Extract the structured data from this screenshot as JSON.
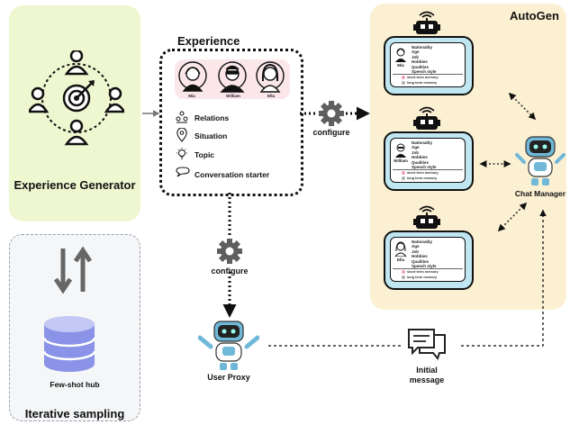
{
  "experience_generator": {
    "title": "Experience Generator"
  },
  "iterative_sampling": {
    "title": "Iterative sampling",
    "hub_label": "Few-shot hub"
  },
  "experience": {
    "title": "Experience",
    "characters": [
      "Mia",
      "William",
      "Ella"
    ],
    "items": [
      "Relations",
      "Situation",
      "Topic",
      "Conversation starter"
    ]
  },
  "autogen": {
    "title": "AutoGen",
    "agent_fields": [
      "Nationality",
      "Age",
      "Job",
      "Hobbies",
      "Qualities",
      "Speech style"
    ],
    "agent_names": [
      "Mia",
      "William",
      "Ella"
    ],
    "memory": [
      "short term memory",
      "long term memory"
    ],
    "chat_manager": "Chat Manager"
  },
  "flow": {
    "configure_top": "configure",
    "configure_bottom": "configure",
    "user_proxy": "User Proxy",
    "initial_message": "Initial\nmessage"
  },
  "colors": {
    "eg_bg": "#eef7cf",
    "ag_bg": "#fcf0d2",
    "card_bg": "#bfe6f1",
    "robot": "#6fb8d8",
    "db": "#8a93e8"
  },
  "icons": [
    "people-target-icon",
    "swap-arrows-icon",
    "database-icon",
    "gear-icon",
    "robot-icon",
    "chat-bubbles-icon",
    "relations-icon",
    "location-pin-icon",
    "lightbulb-icon",
    "speech-bubble-icon"
  ]
}
